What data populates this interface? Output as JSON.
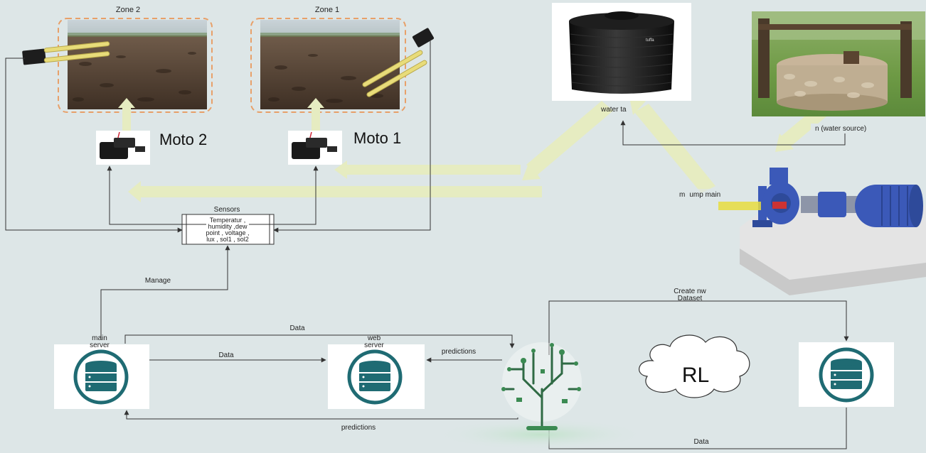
{
  "zones": {
    "zone2": "Zone 2",
    "zone1": "Zone 1"
  },
  "motors": {
    "moto2": "Moto 2",
    "moto1": "Moto 1"
  },
  "sensors": {
    "title": "Sensors",
    "line1": "Temperatur ,",
    "line2": "humidity ,dew",
    "line3": "point , voltage ,",
    "line4": "lux , sol1 , sol2"
  },
  "labels": {
    "manage": "Manage",
    "main_server_1": "main",
    "main_server_2": "server",
    "web_server_1": "web",
    "web_server_2": "server",
    "data_top": "Data",
    "data_mid": "Data",
    "data_bottom": "Data",
    "predictions_right": "predictions",
    "predictions_bottom": "predictions",
    "create_1": "Create nw",
    "create_2": "Dataset",
    "rl": "RL",
    "water_tank": "water ta",
    "water_source": "n (water source)",
    "pump": "m   ump main",
    "tank_brand": "tuffa"
  },
  "colors": {
    "background": "#dde6e7",
    "db_teal": "#1f6b73",
    "arrow_fill": "#e6ecc1",
    "zone_border": "#e8a069",
    "soil": "#5a4636",
    "pump_blue": "#3b59b8"
  }
}
